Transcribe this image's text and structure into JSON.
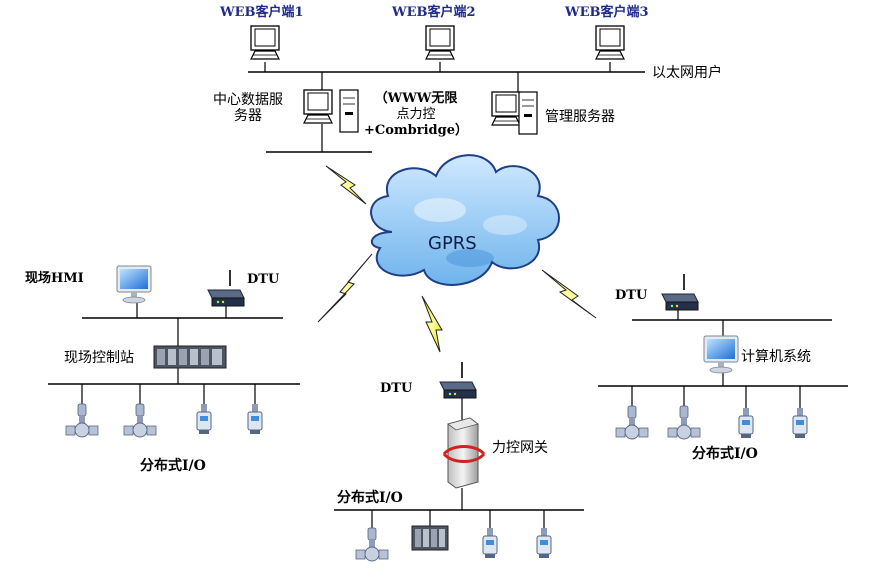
{
  "clients": [
    {
      "label": "WEB客户端1"
    },
    {
      "label": "WEB客户端2"
    },
    {
      "label": "WEB客户端3"
    }
  ],
  "ethernet_label": "以太网用户",
  "center_server": {
    "line1": "中心数据服",
    "line2": "务器"
  },
  "software": {
    "line1": "（WWW无限",
    "line2": "点力控",
    "line3": "+Combridge）"
  },
  "mgmt_server": {
    "label": "管理服务器"
  },
  "cloud": {
    "label": "GPRS"
  },
  "left_site": {
    "hmi": "现场HMI",
    "dtu": "DTU",
    "control_station": "现场控制站",
    "io_label": "分布式I/O"
  },
  "right_site": {
    "dtu": "DTU",
    "computer": "计算机系统",
    "io_label": "分布式I/O"
  },
  "bottom_site": {
    "dtu": "DTU",
    "gateway": "力控网关",
    "io_label": "分布式I/O"
  }
}
